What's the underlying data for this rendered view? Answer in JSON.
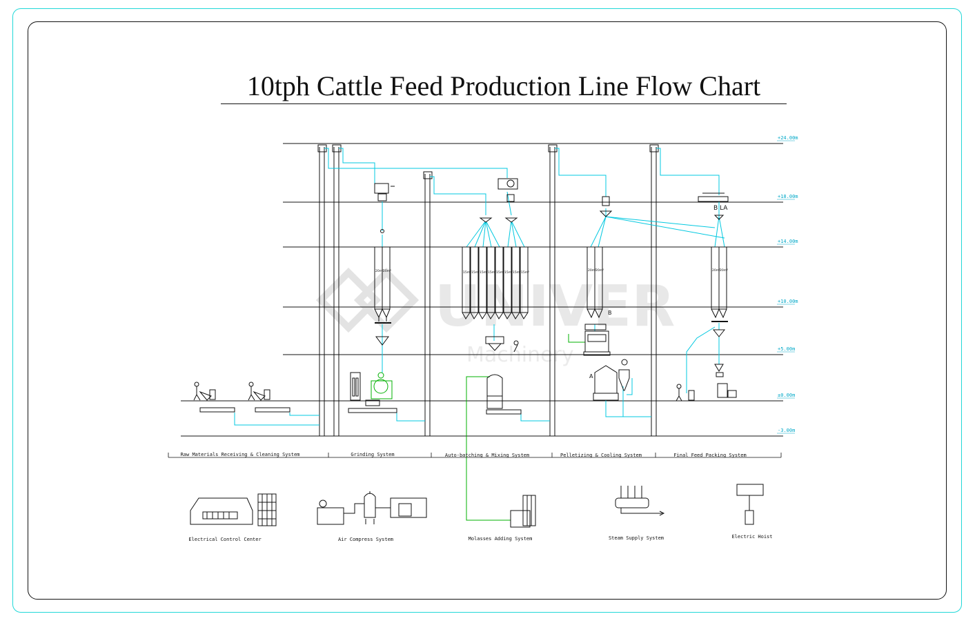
{
  "title": "10tph Cattle Feed Production Line Flow Chart",
  "watermark": {
    "brand": "UNIVER",
    "sub": "Machinery"
  },
  "levels": [
    {
      "label": "+24.00m"
    },
    {
      "label": "+18.00m"
    },
    {
      "label": "+14.00m"
    },
    {
      "label": "+10.00m"
    },
    {
      "label": "+5.00m"
    },
    {
      "label": "±0.00m"
    },
    {
      "label": "-3.00m"
    }
  ],
  "sections": [
    "Raw Materials Receiving & Cleaning System",
    "Grinding System",
    "Auto-batching & Mixing System",
    "Pelletizing & Cooling System",
    "Final Feed Packing System"
  ],
  "auxiliary": [
    "Electrical Control Center",
    "Air Compress System",
    "Molasses Adding System",
    "Steam Supply System",
    "Electric Hoist"
  ],
  "bin_labels": {
    "grinding": [
      "20m³",
      "20m³"
    ],
    "batching": [
      "15m³",
      "15m³",
      "15m³",
      "15m³",
      "15m³",
      "15m³",
      "15m³",
      "15m³"
    ],
    "pellet": [
      "20m³",
      "20m³"
    ],
    "packing": [
      "20m³",
      "20m³"
    ]
  },
  "markers": {
    "a": "A",
    "b": "B",
    "b_la": "B LA"
  },
  "colors": {
    "line": "#111111",
    "flow": "#00c8e0",
    "green": "#00b000",
    "frame": "#20d8d8"
  }
}
